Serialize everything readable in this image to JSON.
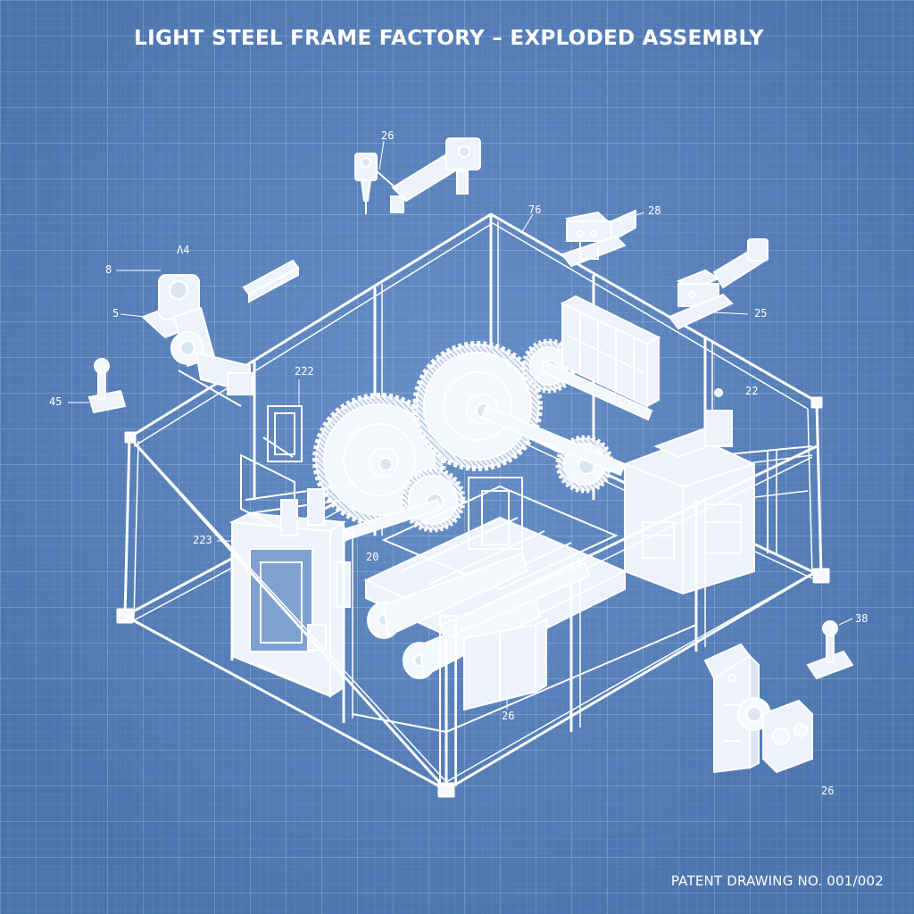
{
  "title": "LIGHT STEEL FRAME FACTORY – EXPLODED ASSEMBLY",
  "footer": "PATENT DRAWING NO. 001/002",
  "colors": {
    "background": "#5582c2",
    "line": "#ffffff",
    "fill": "#f4f7fc"
  },
  "callouts": {
    "c1": "26",
    "c2": "76",
    "c3": "28",
    "c4": "Λ4",
    "c5": "8",
    "c6": "5",
    "c7": "25",
    "c8": "45",
    "c9": "222",
    "c10": "22",
    "c11": "223",
    "c12": "20",
    "c13": "38",
    "c14": "26",
    "c15": "26"
  }
}
